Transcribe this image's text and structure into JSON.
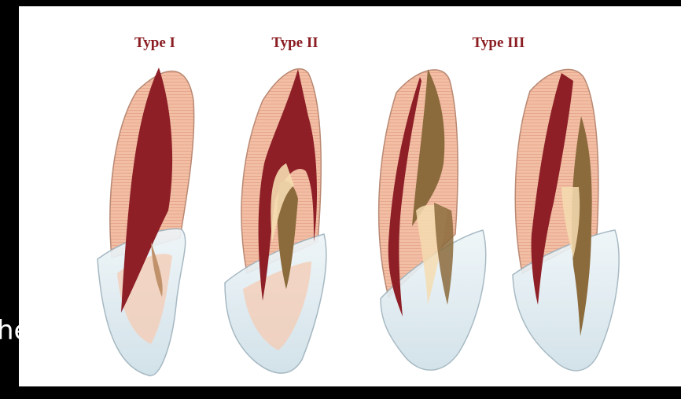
{
  "labels": {
    "type_1": "Type I",
    "type_2": "Type II",
    "type_3": "Type III"
  },
  "left_edge_text": "he",
  "colors": {
    "background": "#000000",
    "panel": "#ffffff",
    "label": "#8a1c22",
    "dentin": "#f0b79c",
    "pulp": "#8e1f27",
    "canal_brown": "#8b6a3c",
    "enamel": "#d9e7ec"
  },
  "teeth": [
    "tooth-type-1",
    "tooth-type-2",
    "tooth-type-3a",
    "tooth-type-3b"
  ]
}
